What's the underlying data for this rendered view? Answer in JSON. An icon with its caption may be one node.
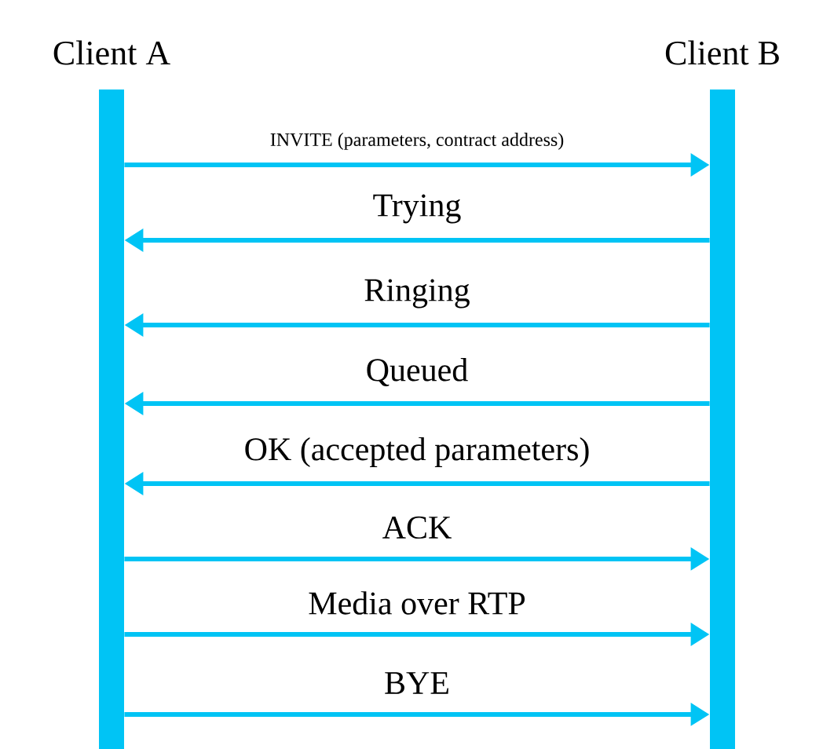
{
  "diagram": {
    "nodes": [
      {
        "text": [
          "Client A"
        ]
      },
      {
        "text": [
          "Client B"
        ]
      }
    ],
    "edges": [
      {
        "from": 0,
        "to": 1,
        "arrow": "to",
        "label": "INVITE (parameters, contract address)"
      },
      {
        "from": 1,
        "to": 0,
        "arrow": "to",
        "label": "Trying"
      },
      {
        "from": 1,
        "to": 0,
        "arrow": "to",
        "label": "Ringing"
      },
      {
        "from": 1,
        "to": 0,
        "arrow": "to",
        "label": "Queued"
      },
      {
        "from": 1,
        "to": 0,
        "arrow": "to",
        "label": "OK (accepted parameters)"
      },
      {
        "from": 0,
        "to": 1,
        "arrow": "to",
        "label": "ACK"
      },
      {
        "from": 0,
        "to": 1,
        "arrow": "to",
        "label": "Media over RTP"
      },
      {
        "from": 0,
        "to": 1,
        "arrow": "to",
        "label": "BYE"
      }
    ]
  }
}
